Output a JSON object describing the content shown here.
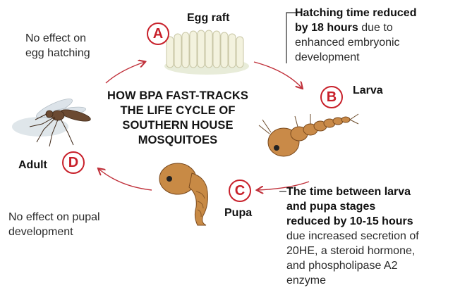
{
  "title": [
    "HOW BPA FAST-TRACKS",
    "THE LIFE CYCLE OF",
    "SOUTHERN HOUSE",
    "MOSQUITOES"
  ],
  "stages": {
    "a": {
      "letter": "A",
      "name": "Egg raft"
    },
    "b": {
      "letter": "B",
      "name": "Larva"
    },
    "c": {
      "letter": "C",
      "name": "Pupa"
    },
    "d": {
      "letter": "D",
      "name": "Adult"
    }
  },
  "notes": {
    "a": {
      "lines": [
        "No effect on",
        "egg hatching"
      ]
    },
    "b": {
      "bold": [
        "Hatching time reduced",
        "by 18 hours"
      ],
      "rest_first": " due to",
      "lines": [
        "enhanced embryonic",
        "development"
      ]
    },
    "c": {
      "bold": [
        "The time between larva",
        "and pupa stages",
        "reduced by 10-15 hours"
      ],
      "lines": [
        "due increased secretion of",
        "20HE, a steroid hormone,",
        "and phospholipase A2",
        "enzyme"
      ]
    },
    "d": {
      "lines": [
        "No effect on pupal",
        "development"
      ]
    }
  },
  "colors": {
    "accent": "#c8202a",
    "arrow": "#c0303a"
  }
}
